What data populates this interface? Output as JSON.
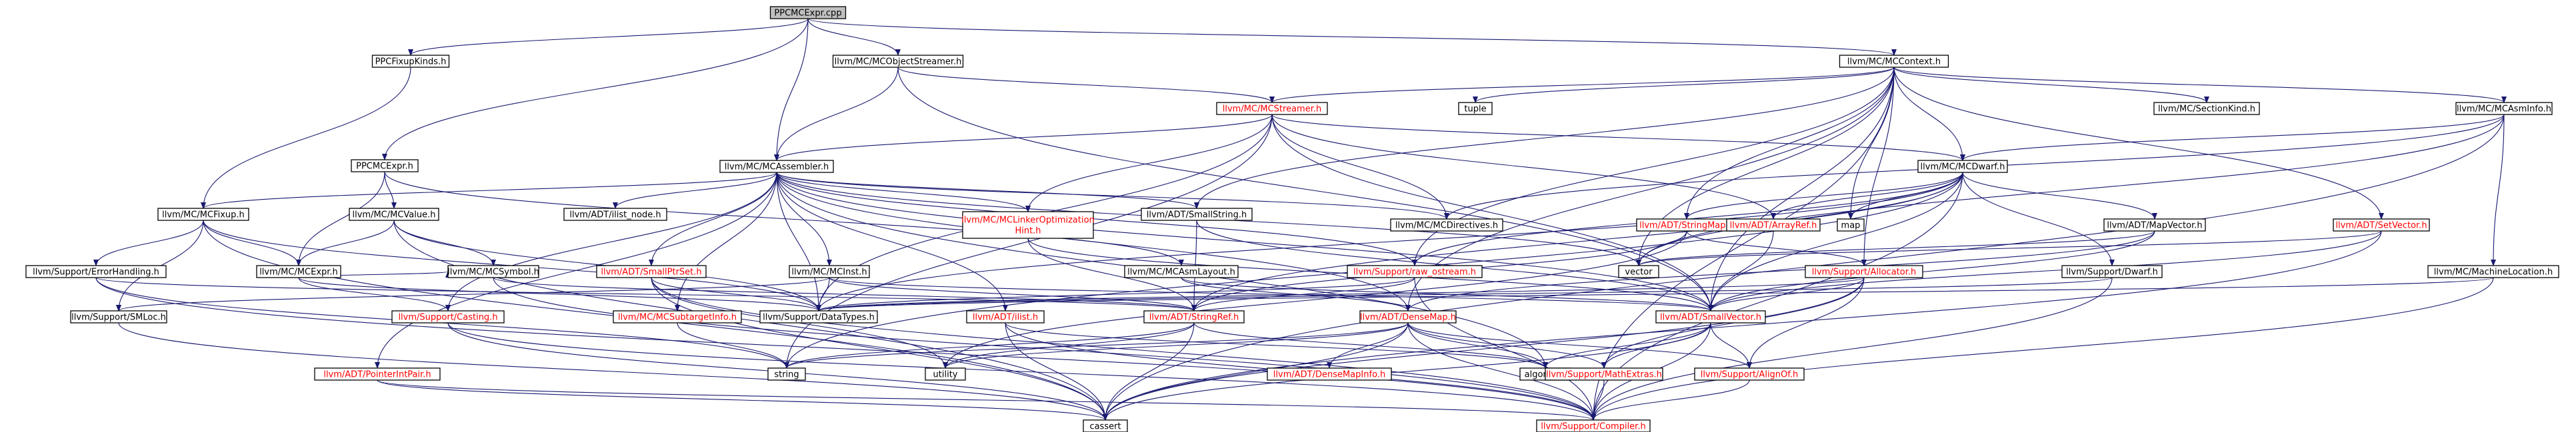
{
  "graph": {
    "colors": {
      "edge": "#191970",
      "text_normal": "#000000",
      "text_link": "#ff0000",
      "fill_focus": "#bfbfbf",
      "fill_normal": "#ffffff",
      "border_external": "#bfbfbf"
    },
    "nodes": [
      {
        "id": "root",
        "label": "PPCMCExpr.cpp",
        "kind": "focus"
      },
      {
        "id": "fixupkinds",
        "label": "PPCFixupKinds.h",
        "kind": "normal"
      },
      {
        "id": "objstreamer",
        "label": "llvm/MC/MCObjectStreamer.h",
        "kind": "normal"
      },
      {
        "id": "mccontext",
        "label": "llvm/MC/MCContext.h",
        "kind": "normal"
      },
      {
        "id": "ppcmcexprh",
        "label": "PPCMCExpr.h",
        "kind": "normal"
      },
      {
        "id": "mcstreamer",
        "label": "llvm/MC/MCStreamer.h",
        "kind": "red"
      },
      {
        "id": "tuple",
        "label": "tuple",
        "kind": "ext"
      },
      {
        "id": "sectionkind",
        "label": "llvm/MC/SectionKind.h",
        "kind": "normal"
      },
      {
        "id": "mcasminfo",
        "label": "llvm/MC/MCAsmInfo.h",
        "kind": "normal"
      },
      {
        "id": "mcassembler",
        "label": "llvm/MC/MCAssembler.h",
        "kind": "normal"
      },
      {
        "id": "mcdwarf",
        "label": "llvm/MC/MCDwarf.h",
        "kind": "normal"
      },
      {
        "id": "mcfixup",
        "label": "llvm/MC/MCFixup.h",
        "kind": "normal"
      },
      {
        "id": "mcvalue",
        "label": "llvm/MC/MCValue.h",
        "kind": "normal"
      },
      {
        "id": "ilistnode",
        "label": "llvm/ADT/ilist_node.h",
        "kind": "normal"
      },
      {
        "id": "linkeropt",
        "label": "llvm/MC/MCLinkerOptimization\nHint.h",
        "kind": "red"
      },
      {
        "id": "smallstring",
        "label": "llvm/ADT/SmallString.h",
        "kind": "normal"
      },
      {
        "id": "mcdirectives",
        "label": "llvm/MC/MCDirectives.h",
        "kind": "normal"
      },
      {
        "id": "stringmap",
        "label": "llvm/ADT/StringMap.h",
        "kind": "red"
      },
      {
        "id": "arrayref",
        "label": "llvm/ADT/ArrayRef.h",
        "kind": "red"
      },
      {
        "id": "map",
        "label": "map",
        "kind": "ext"
      },
      {
        "id": "mapvector",
        "label": "llvm/ADT/MapVector.h",
        "kind": "normal"
      },
      {
        "id": "setvector",
        "label": "llvm/ADT/SetVector.h",
        "kind": "red"
      },
      {
        "id": "errorhandling",
        "label": "llvm/Support/ErrorHandling.h",
        "kind": "normal"
      },
      {
        "id": "mcexpr",
        "label": "llvm/MC/MCExpr.h",
        "kind": "normal"
      },
      {
        "id": "mcsymbol",
        "label": "llvm/MC/MCSymbol.h",
        "kind": "normal"
      },
      {
        "id": "smallptrset",
        "label": "llvm/ADT/SmallPtrSet.h",
        "kind": "red"
      },
      {
        "id": "mcinst",
        "label": "llvm/MC/MCInst.h",
        "kind": "normal"
      },
      {
        "id": "mcasmlayout",
        "label": "llvm/MC/MCAsmLayout.h",
        "kind": "normal"
      },
      {
        "id": "rawostream",
        "label": "llvm/Support/raw_ostream.h",
        "kind": "red"
      },
      {
        "id": "vector",
        "label": "vector",
        "kind": "ext"
      },
      {
        "id": "allocator",
        "label": "llvm/Support/Allocator.h",
        "kind": "red"
      },
      {
        "id": "dwarf",
        "label": "llvm/Support/Dwarf.h",
        "kind": "normal"
      },
      {
        "id": "machineloc",
        "label": "llvm/MC/MachineLocation.h",
        "kind": "normal"
      },
      {
        "id": "smloc",
        "label": "llvm/Support/SMLoc.h",
        "kind": "normal"
      },
      {
        "id": "casting",
        "label": "llvm/Support/Casting.h",
        "kind": "red"
      },
      {
        "id": "mcsubtarget",
        "label": "llvm/MC/MCSubtargetInfo.h",
        "kind": "red"
      },
      {
        "id": "datatypes",
        "label": "llvm/Support/DataTypes.h",
        "kind": "normal"
      },
      {
        "id": "ilist",
        "label": "llvm/ADT/ilist.h",
        "kind": "red"
      },
      {
        "id": "stringref",
        "label": "llvm/ADT/StringRef.h",
        "kind": "red"
      },
      {
        "id": "densemap",
        "label": "llvm/ADT/DenseMap.h",
        "kind": "red"
      },
      {
        "id": "smallvector",
        "label": "llvm/ADT/SmallVector.h",
        "kind": "red"
      },
      {
        "id": "pointerintpair",
        "label": "llvm/ADT/PointerIntPair.h",
        "kind": "red"
      },
      {
        "id": "string",
        "label": "string",
        "kind": "ext"
      },
      {
        "id": "utility",
        "label": "utility",
        "kind": "ext"
      },
      {
        "id": "algorithm",
        "label": "algorithm",
        "kind": "ext"
      },
      {
        "id": "densemapinfo",
        "label": "llvm/ADT/DenseMapInfo.h",
        "kind": "red"
      },
      {
        "id": "mathextras",
        "label": "llvm/Support/MathExtras.h",
        "kind": "red"
      },
      {
        "id": "alignof",
        "label": "llvm/Support/AlignOf.h",
        "kind": "red"
      },
      {
        "id": "cassert",
        "label": "cassert",
        "kind": "ext"
      },
      {
        "id": "compiler",
        "label": "llvm/Support/Compiler.h",
        "kind": "red"
      }
    ],
    "edges": [
      [
        "root",
        "fixupkinds"
      ],
      [
        "root",
        "objstreamer"
      ],
      [
        "root",
        "mccontext"
      ],
      [
        "root",
        "ppcmcexprh"
      ],
      [
        "root",
        "mcassembler"
      ],
      [
        "fixupkinds",
        "mcfixup"
      ],
      [
        "objstreamer",
        "mcassembler"
      ],
      [
        "objstreamer",
        "mcstreamer"
      ],
      [
        "objstreamer",
        "smallvector"
      ],
      [
        "mccontext",
        "mcstreamer"
      ],
      [
        "mccontext",
        "tuple"
      ],
      [
        "mccontext",
        "sectionkind"
      ],
      [
        "mccontext",
        "mcasminfo"
      ],
      [
        "mccontext",
        "mcdwarf"
      ],
      [
        "mccontext",
        "map"
      ],
      [
        "mccontext",
        "vector"
      ],
      [
        "mccontext",
        "setvector"
      ],
      [
        "mccontext",
        "smallstring"
      ],
      [
        "mccontext",
        "stringmap"
      ],
      [
        "mccontext",
        "allocator"
      ],
      [
        "mccontext",
        "rawostream"
      ],
      [
        "mccontext",
        "densemap"
      ],
      [
        "mccontext",
        "smallvector"
      ],
      [
        "mccontext",
        "compiler"
      ],
      [
        "ppcmcexprh",
        "mcvalue"
      ],
      [
        "ppcmcexprh",
        "mcexpr"
      ],
      [
        "ppcmcexprh",
        "mcasmlayout"
      ],
      [
        "mcstreamer",
        "mcassembler"
      ],
      [
        "mcstreamer",
        "mcdwarf"
      ],
      [
        "mcstreamer",
        "linkeropt"
      ],
      [
        "mcstreamer",
        "mcdirectives"
      ],
      [
        "mcstreamer",
        "arrayref"
      ],
      [
        "mcstreamer",
        "smallvector"
      ],
      [
        "mcstreamer",
        "datatypes"
      ],
      [
        "mcstreamer",
        "string"
      ],
      [
        "mcasminfo",
        "mcdwarf"
      ],
      [
        "mcasminfo",
        "mcdirectives"
      ],
      [
        "mcasminfo",
        "machineloc"
      ],
      [
        "mcasminfo",
        "vector"
      ],
      [
        "mcasminfo",
        "cassert"
      ],
      [
        "mcassembler",
        "mcfixup"
      ],
      [
        "mcassembler",
        "ilistnode"
      ],
      [
        "mcassembler",
        "linkeropt"
      ],
      [
        "mcassembler",
        "smallstring"
      ],
      [
        "mcassembler",
        "mcdirectives"
      ],
      [
        "mcassembler",
        "smallptrset"
      ],
      [
        "mcassembler",
        "mcinst"
      ],
      [
        "mcassembler",
        "casting"
      ],
      [
        "mcassembler",
        "mcsubtarget"
      ],
      [
        "mcassembler",
        "datatypes"
      ],
      [
        "mcassembler",
        "ilist"
      ],
      [
        "mcassembler",
        "densemap"
      ],
      [
        "mcassembler",
        "smallvector"
      ],
      [
        "mcassembler",
        "pointerintpair"
      ],
      [
        "mcassembler",
        "rawostream"
      ],
      [
        "mcassembler",
        "vector"
      ],
      [
        "mcassembler",
        "algorithm"
      ],
      [
        "mcdwarf",
        "stringmap"
      ],
      [
        "mcdwarf",
        "arrayref"
      ],
      [
        "mcdwarf",
        "map"
      ],
      [
        "mcdwarf",
        "mapvector"
      ],
      [
        "mcdwarf",
        "dwarf"
      ],
      [
        "mcdwarf",
        "vector"
      ],
      [
        "mcdwarf",
        "rawostream"
      ],
      [
        "mcdwarf",
        "stringref"
      ],
      [
        "mcdwarf",
        "smallvector"
      ],
      [
        "mcdwarf",
        "datatypes"
      ],
      [
        "mcdwarf",
        "string"
      ],
      [
        "mcdwarf",
        "compiler"
      ],
      [
        "mcfixup",
        "mcexpr"
      ],
      [
        "mcfixup",
        "errorhandling"
      ],
      [
        "mcfixup",
        "smloc"
      ],
      [
        "mcfixup",
        "datatypes"
      ],
      [
        "mcfixup",
        "cassert"
      ],
      [
        "mcvalue",
        "mcexpr"
      ],
      [
        "mcvalue",
        "mcsymbol"
      ],
      [
        "mcvalue",
        "datatypes"
      ],
      [
        "mcvalue",
        "cassert"
      ],
      [
        "linkeropt",
        "stringref"
      ],
      [
        "linkeropt",
        "smallvector"
      ],
      [
        "smallstring",
        "stringref"
      ],
      [
        "smallstring",
        "smallvector"
      ],
      [
        "stringmap",
        "allocator"
      ],
      [
        "stringmap",
        "stringref"
      ],
      [
        "stringmap",
        "utility"
      ],
      [
        "arrayref",
        "smallvector"
      ],
      [
        "mapvector",
        "densemap"
      ],
      [
        "mapvector",
        "smallvector"
      ],
      [
        "mapvector",
        "vector"
      ],
      [
        "setvector",
        "smallvector"
      ],
      [
        "setvector",
        "vector"
      ],
      [
        "setvector",
        "cassert"
      ],
      [
        "errorhandling",
        "stringref"
      ],
      [
        "errorhandling",
        "compiler"
      ],
      [
        "errorhandling",
        "string"
      ],
      [
        "mcexpr",
        "casting"
      ],
      [
        "mcexpr",
        "datatypes"
      ],
      [
        "mcexpr",
        "mcsymbol"
      ],
      [
        "mcsymbol",
        "stringref"
      ],
      [
        "mcsymbol",
        "compiler"
      ],
      [
        "smallptrset",
        "datatypes"
      ],
      [
        "smallptrset",
        "cassert"
      ],
      [
        "smallptrset",
        "compiler"
      ],
      [
        "smallptrset",
        "utility"
      ],
      [
        "mcinst",
        "stringref"
      ],
      [
        "mcinst",
        "smallvector"
      ],
      [
        "mcinst",
        "smloc"
      ],
      [
        "mcinst",
        "datatypes"
      ],
      [
        "mcasmlayout",
        "smallvector"
      ],
      [
        "mcasmlayout",
        "densemap"
      ],
      [
        "rawostream",
        "stringref"
      ],
      [
        "rawostream",
        "datatypes"
      ],
      [
        "rawostream",
        "compiler"
      ],
      [
        "allocator",
        "smallvector"
      ],
      [
        "allocator",
        "mathextras"
      ],
      [
        "allocator",
        "alignof"
      ],
      [
        "allocator",
        "datatypes"
      ],
      [
        "allocator",
        "cassert"
      ],
      [
        "dwarf",
        "datatypes"
      ],
      [
        "dwarf",
        "compiler"
      ],
      [
        "machineloc",
        "datatypes"
      ],
      [
        "machineloc",
        "compiler"
      ],
      [
        "smloc",
        "cassert"
      ],
      [
        "casting",
        "cassert"
      ],
      [
        "casting",
        "compiler"
      ],
      [
        "mcsubtarget",
        "string"
      ],
      [
        "ilist",
        "algorithm"
      ],
      [
        "ilist",
        "cassert"
      ],
      [
        "ilist",
        "compiler"
      ],
      [
        "stringref",
        "string"
      ],
      [
        "stringref",
        "utility"
      ],
      [
        "stringref",
        "algorithm"
      ],
      [
        "stringref",
        "cassert"
      ],
      [
        "densemap",
        "densemapinfo"
      ],
      [
        "densemap",
        "mathextras"
      ],
      [
        "densemap",
        "alignof"
      ],
      [
        "densemap",
        "algorithm"
      ],
      [
        "densemap",
        "utility"
      ],
      [
        "densemap",
        "cassert"
      ],
      [
        "densemap",
        "compiler"
      ],
      [
        "densemap",
        "string"
      ],
      [
        "smallvector",
        "mathextras"
      ],
      [
        "smallvector",
        "alignof"
      ],
      [
        "smallvector",
        "algorithm"
      ],
      [
        "smallvector",
        "cassert"
      ],
      [
        "smallvector",
        "compiler"
      ],
      [
        "pointerintpair",
        "compiler"
      ],
      [
        "pointerintpair",
        "cassert"
      ],
      [
        "mathextras",
        "compiler"
      ],
      [
        "alignof",
        "compiler"
      ]
    ]
  }
}
